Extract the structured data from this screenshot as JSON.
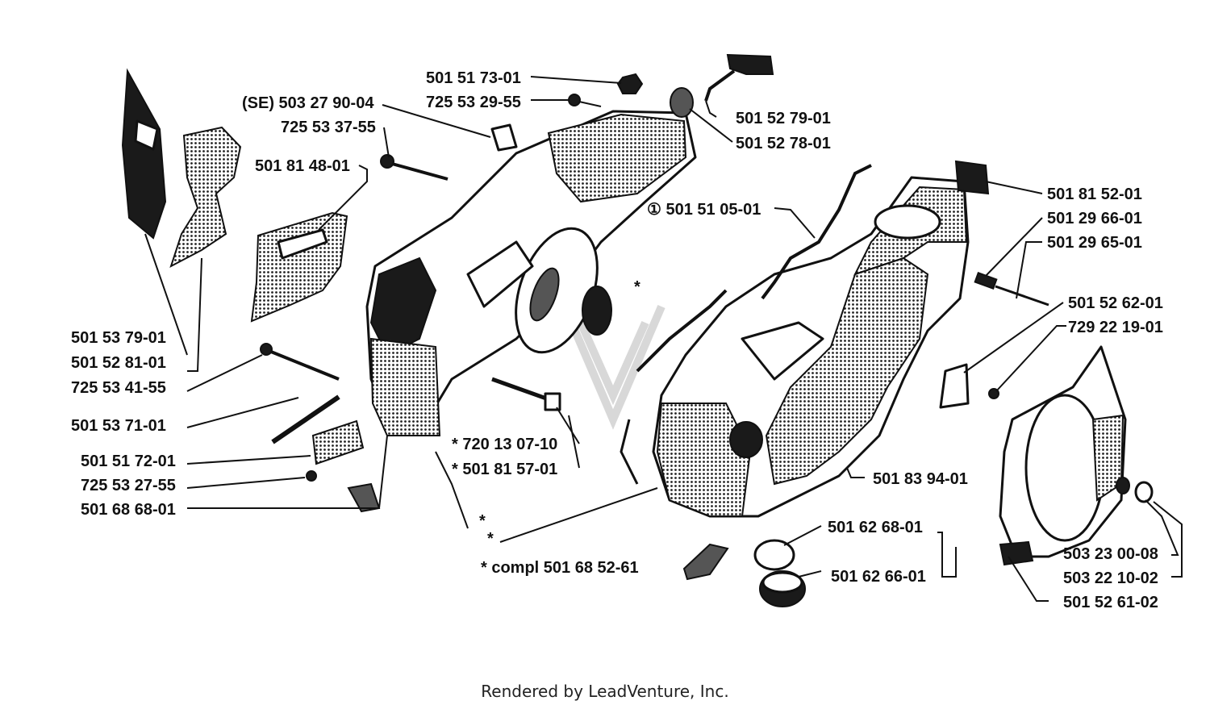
{
  "parts": [
    {
      "id": "p01",
      "label": "501 51 73-01"
    },
    {
      "id": "p02",
      "label": "725 53 29-55"
    },
    {
      "id": "p03",
      "label": "(SE) 503 27 90-04"
    },
    {
      "id": "p04",
      "label": "725 53 37-55"
    },
    {
      "id": "p05",
      "label": "501 52 79-01"
    },
    {
      "id": "p06",
      "label": "501 52 78-01"
    },
    {
      "id": "p07",
      "label": "501 81 48-01"
    },
    {
      "id": "p08",
      "label": "① 501 51 05-01"
    },
    {
      "id": "p09",
      "label": "501 81 52-01"
    },
    {
      "id": "p10",
      "label": "501 29 66-01"
    },
    {
      "id": "p11",
      "label": "501 29 65-01"
    },
    {
      "id": "p12",
      "label": "501 52 62-01"
    },
    {
      "id": "p13",
      "label": "729 22 19-01"
    },
    {
      "id": "p14",
      "label": "501 53 79-01"
    },
    {
      "id": "p15",
      "label": "501 52 81-01"
    },
    {
      "id": "p16",
      "label": "725 53 41-55"
    },
    {
      "id": "p17",
      "label": "501 53 71-01"
    },
    {
      "id": "p18",
      "label": "501 51 72-01"
    },
    {
      "id": "p19",
      "label": "725 53 27-55"
    },
    {
      "id": "p20",
      "label": "501 68 68-01"
    },
    {
      "id": "p21",
      "label": "* 720 13 07-10"
    },
    {
      "id": "p22",
      "label": "* 501 81 57-01"
    },
    {
      "id": "p23",
      "label": "501 83 94-01"
    },
    {
      "id": "p24",
      "label": "501 62 68-01"
    },
    {
      "id": "p25",
      "label": "501 62 66-01"
    },
    {
      "id": "p26",
      "label": "* compl 501 68 52-61"
    },
    {
      "id": "p27",
      "label": "503 23 00-08"
    },
    {
      "id": "p28",
      "label": "503 22 10-02"
    },
    {
      "id": "p29",
      "label": "501 52 61-02"
    }
  ],
  "footer": "Rendered by LeadVenture, Inc."
}
